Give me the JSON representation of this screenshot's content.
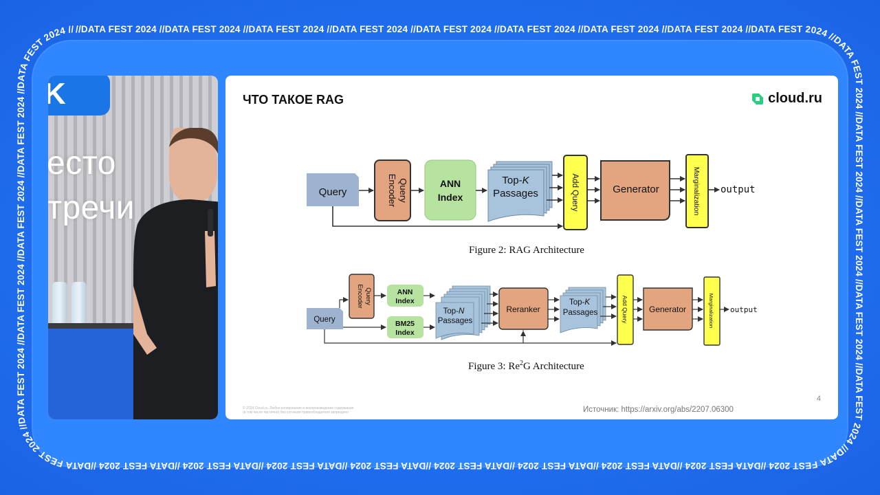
{
  "ticker": {
    "text": "//DATA FEST 2024 //DATA FEST 2024 //DATA FEST 2024 //DATA FEST 2024 //DATA FEST 2024 //DATA FEST 2024 //DATA FEST 2024 //DATA FEST 2024 //DATA FEST 2024 //DATA FEST 2024 //DATA FEST 2024 //DATA FEST 2024 //DATA FEST 2024 //DATA FEST 2024 //DATA FEST 2024 //DATA FEST 2024 //DATA FEST 2024 //DATA FEST 2024 //DATA FEST 2024 //DATA FEST 2024 //DATA FEST 2024 //DATA FEST 2024 //DATA FEST 2024 //DATA FEST 2024 //DATA FEST 2024 //DATA FEST 2024 //DATA FEST 2024 //DATA FEST 2024 //DATA FEST 2024 //DATA FEST 2024"
  },
  "video": {
    "logo": "K",
    "stage_line1": "есто",
    "stage_line2": "тречи"
  },
  "slide": {
    "title": "ЧТО ТАКОЕ RAG",
    "brand": "cloud.ru",
    "brand_color": "#26d07c",
    "page_number": "4",
    "source": "Источник: https://arxiv.org/abs/2207.06300",
    "legal_line1": "© 2024 Cloud.ru. Любое копирование и воспроизведение содержания",
    "legal_line2": "(в том числе частично) без согласия правообладателя запрещено",
    "figure2": {
      "caption": "Figure 2: RAG Architecture",
      "query": "Query",
      "encoder_line1": "Query",
      "encoder_line2": "Encoder",
      "ann_line1": "ANN",
      "ann_line2": "Index",
      "topk_line1": "Top-",
      "topk_k": "K",
      "topk_line2": "Passages",
      "add_query": "Add Query",
      "generator": "Generator",
      "marginalization": "Marginalization",
      "output": "output"
    },
    "figure3": {
      "caption_pre": "Figure 3: Re",
      "caption_sup": "2",
      "caption_post": "G Architecture",
      "query": "Query",
      "encoder_line1": "Query",
      "encoder_line2": "Encoder",
      "ann_line1": "ANN",
      "ann_line2": "Index",
      "bm25_line1": "BM25",
      "bm25_line2": "Index",
      "topn_line1": "Top-",
      "topn_n": "N",
      "topn_line2": "Passages",
      "reranker": "Reranker",
      "topk_line1": "Top-",
      "topk_k": "K",
      "topk_line2": "Passages",
      "add_query": "Add Query",
      "generator": "Generator",
      "marginalization": "Marginalization",
      "output": "output"
    },
    "colors": {
      "query": "#9db3cf",
      "encoder": "#e3a57f",
      "ann": "#b7e3a0",
      "passages": "#a8c3dc",
      "add_query": "#ffff4d",
      "generator": "#e3a57f",
      "marginalization": "#ffff4d"
    }
  }
}
